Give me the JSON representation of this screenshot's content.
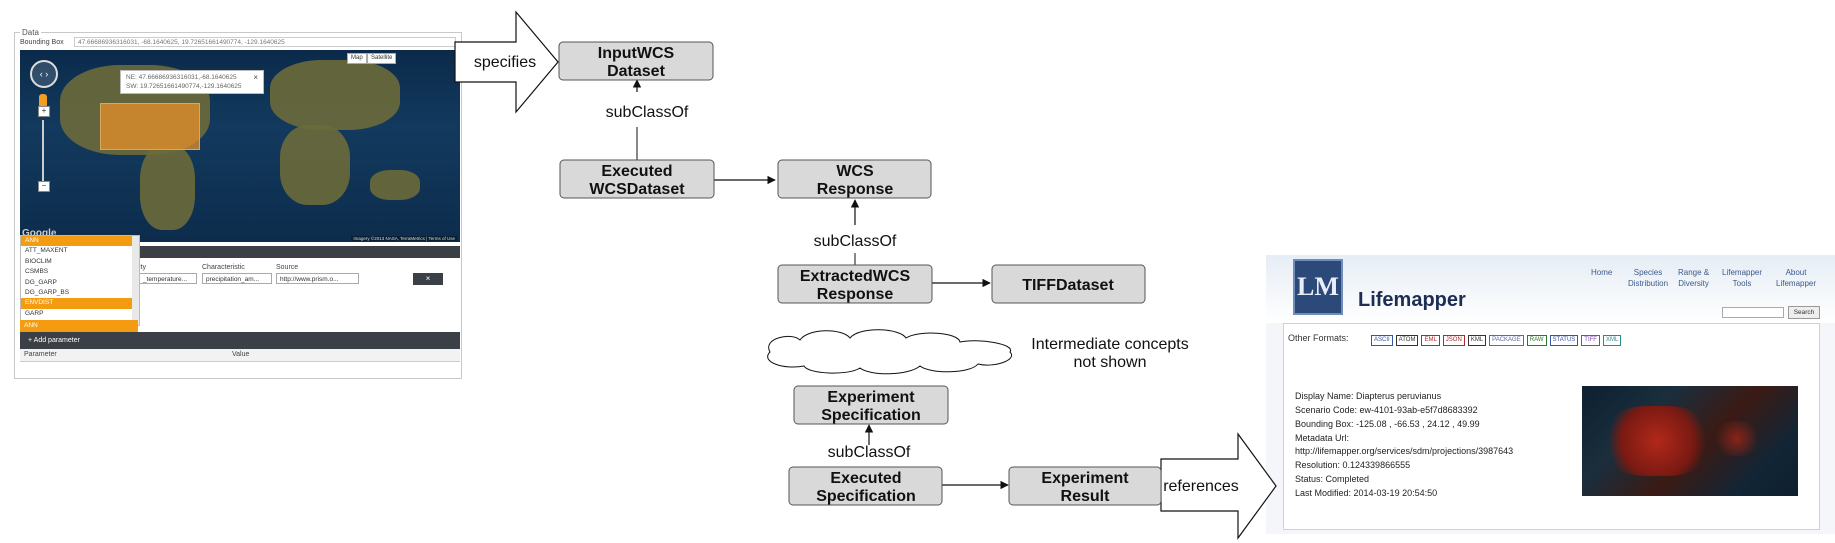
{
  "nodes": {
    "input_wcs_dataset": [
      "InputWCS",
      "Dataset"
    ],
    "executed_wcs_dataset": [
      "Executed",
      "WCSDataset"
    ],
    "wcs_response": [
      "WCS",
      "Response"
    ],
    "extracted_wcs_response": [
      "ExtractedWCS",
      "Response"
    ],
    "tiff_dataset": [
      "TIFFDataset"
    ],
    "experiment_specification": [
      "Experiment",
      "Specification"
    ],
    "executed_specification": [
      "Executed",
      "Specification"
    ],
    "experiment_result": [
      "Experiment",
      "Result"
    ]
  },
  "edges": {
    "subclassof_1": "subClassOf",
    "subclassof_2": "subClassOf",
    "subclassof_3": "subClassOf"
  },
  "callouts": {
    "specifies": "specifies",
    "references": "references"
  },
  "cloud_note": [
    "Intermediate concepts",
    "not shown"
  ],
  "colors": {
    "node_fill": "#d9d9d9",
    "node_stroke": "#555555",
    "arrow": "#111111",
    "selection_orange": "#f39c12"
  },
  "left_screenshot": {
    "legend": "Data",
    "bbox_label": "Bounding Box",
    "bbox_value": "47.66686936316031, -68.1640625, 19.72651661490774, -129.1640625",
    "map_button": "Map",
    "satellite_button": "Satellite",
    "popup_ne": "NE: 47.66686936316031,-68.1640625",
    "popup_sw": "SW: 19.72651661490774,-129.1640625",
    "popup_close": "×",
    "google": "Google",
    "attribution": "Imagery ©2013 NASA, TerraMetrics | Terms of Use",
    "columns": {
      "quantity": "ity",
      "characteristic": "Characteristic",
      "source": "Source"
    },
    "dropdowns": {
      "quantity": "_temperature...",
      "characteristic": "precipitation_am...",
      "source": "http://www.prism.o..."
    },
    "remove": "×",
    "algorithms": [
      "ANN",
      "ATT_MAXENT",
      "BIOCLIM",
      "CSMBS",
      "DG_GARP",
      "DG_GARP_BS",
      "ENVDIST",
      "GARP"
    ],
    "algorithms_selected": [
      "ANN",
      "ENVDIST"
    ],
    "algorithm_value": "ANN",
    "add_parameter": "+ Add parameter",
    "param_columns": {
      "parameter": "Parameter",
      "value": "Value"
    }
  },
  "lifemapper": {
    "brand": "Lifemapper",
    "logo": "LM",
    "nav": [
      [
        "Home"
      ],
      [
        "Species",
        "Distribution"
      ],
      [
        "Range &",
        "Diversity"
      ],
      [
        "Lifemapper",
        "Tools"
      ],
      [
        "About",
        "Lifemapper"
      ]
    ],
    "search_button": "Search",
    "other_formats_label": "Other Formats:",
    "formats": [
      {
        "label": "ASCII",
        "color": "#3355aa"
      },
      {
        "label": "ATOM",
        "color": "#333333"
      },
      {
        "label": "EML",
        "color": "#b02a2a"
      },
      {
        "label": "JSON",
        "color": "#b02a2a"
      },
      {
        "label": "KML",
        "color": "#333333"
      },
      {
        "label": "PACKAGE",
        "color": "#5a6aa8"
      },
      {
        "label": "RAW",
        "color": "#2a7a2a"
      },
      {
        "label": "STATUS",
        "color": "#3355aa"
      },
      {
        "label": "TIFF",
        "color": "#7a4aa8"
      },
      {
        "label": "XML",
        "color": "#2a8a8a"
      }
    ],
    "details": [
      "Display Name: Diapterus peruvianus",
      "Scenario Code: ew-4101-93ab-e5f7d8683392",
      "Bounding Box: -125.08 , -66.53 , 24.12 , 49.99",
      "Metadata Url:",
      "http://lifemapper.org/services/sdm/projections/3987643",
      "Resolution: 0.124339866555",
      "Status: Completed",
      "Last Modified: 2014-03-19 20:54:50"
    ]
  }
}
